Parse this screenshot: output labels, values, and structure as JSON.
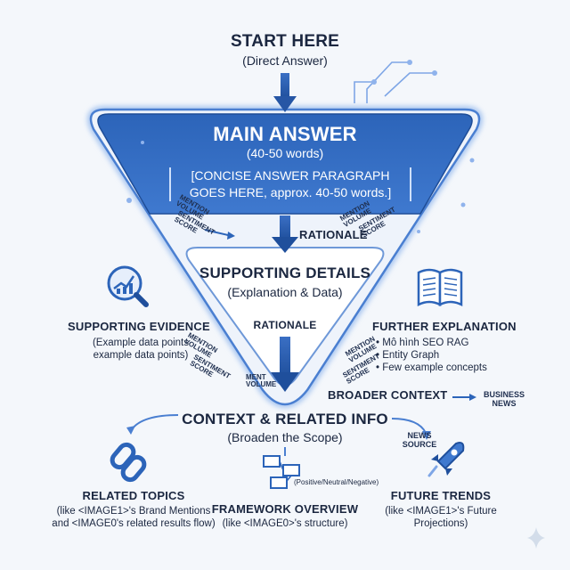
{
  "top": {
    "title": "START HERE",
    "subtitle": "(Direct Answer)"
  },
  "main": {
    "title": "MAIN ANSWER",
    "subtitle": "(40-50 words)",
    "placeholder": "[CONCISE ANSWER PARAGRAPH GOES HERE, approx. 40-50 words.]"
  },
  "rationale_labels": [
    "RATIONALE",
    "RATIONALE"
  ],
  "supporting": {
    "title": "SUPPORTING DETAILS",
    "subtitle": "(Explanation & Data)"
  },
  "evidence": {
    "title": "SUPPORTING EVIDENCE",
    "lines": [
      "(Example data points",
      "example data points)"
    ]
  },
  "further": {
    "title": "FURTHER EXPLANATION",
    "bullets": [
      "Mô hình SEO RAG",
      "Entity Graph",
      "Few example concepts"
    ]
  },
  "broader": {
    "label": "BROADER CONTEXT",
    "target": "BUSINESS NEWS"
  },
  "context": {
    "title": "CONTEXT & RELATED INFO",
    "subtitle": "(Broaden the Scope)"
  },
  "related": {
    "title": "RELATED TOPICS",
    "lines": [
      "(like <IMAGE1>'s Brand Mentions",
      "and <IMAGE0's related results flow)"
    ]
  },
  "framework": {
    "title": "FRAMEWORK OVERVIEW",
    "line": "(like <IMAGE0>'s structure)",
    "note": "(Positive/Neutral/Negative)"
  },
  "future": {
    "title": "FUTURE TRENDS",
    "lines": [
      "(like <IMAGE1>'s Future",
      "Projections)"
    ]
  },
  "news_source": "NEWS SOURCE",
  "side_tags": {
    "mention_volume": "MENTION VOLUME",
    "sentiment_score": "SENTIMENT SCORE",
    "ment_volume": "MENT VOLUME"
  },
  "icons": [
    "magnifier-chart-icon",
    "open-book-icon",
    "chain-link-icon",
    "flowchart-icon",
    "rocket-icon",
    "sparkle-icon"
  ],
  "colors": {
    "navy": "#2f5fa8",
    "blue": "#4a7fd1",
    "light": "#dfe9f8",
    "text": "#1b2740"
  }
}
